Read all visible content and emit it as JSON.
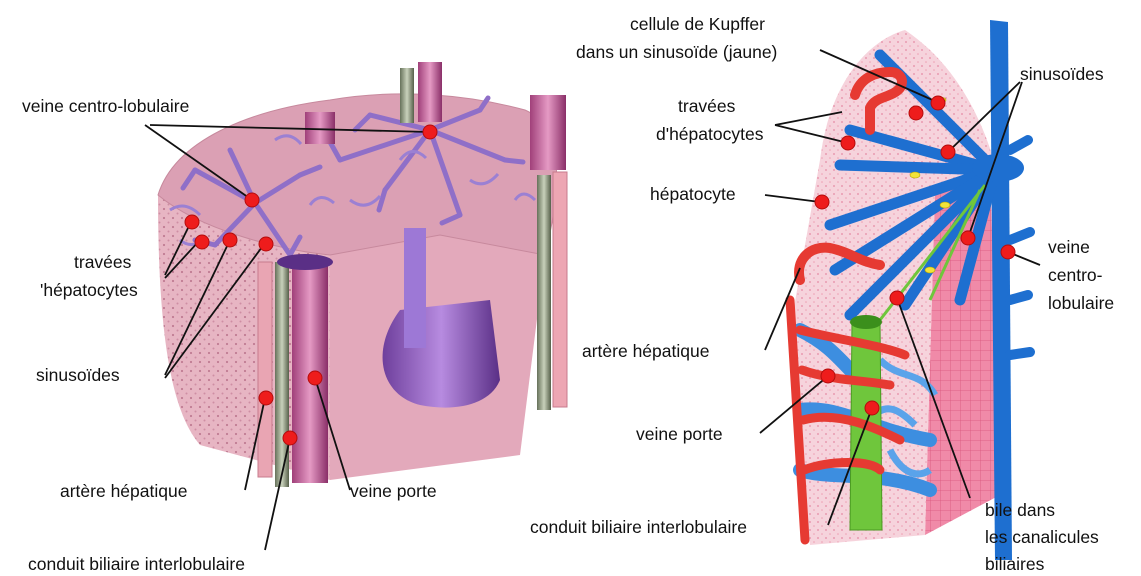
{
  "colors": {
    "lobule_tissue": "#e7b5c3",
    "lobule_top": "#dba0b4",
    "sinusoid_purple": "#8f6fc8",
    "vessel_red": "#e63a32",
    "vessel_blue": "#1e6fd0",
    "bile_green": "#6fc63c",
    "hepatocyte_pink": "#f6d3dc",
    "marker_red": "#ee1c1c"
  },
  "left_figure": {
    "labels": {
      "central_vein": "veine centro-lobulaire",
      "hepatocyte_cords_line1": "travées",
      "hepatocyte_cords_line2": "'hépatocytes",
      "sinusoids": "sinusoïdes",
      "hepatic_artery": "artère hépatique",
      "portal_vein": "veine porte",
      "bile_duct": "conduit biliaire interlobulaire"
    }
  },
  "right_figure": {
    "labels": {
      "kupffer_line1": "cellule de Kupffer",
      "kupffer_line2": "dans un sinusoïde (jaune)",
      "hepatocyte_cords_line1": "travées",
      "hepatocyte_cords_line2": "d'hépatocytes",
      "sinusoids": "sinusoïdes",
      "hepatocyte": "hépatocyte",
      "central_vein_line1": "veine",
      "central_vein_line2": "centro-",
      "central_vein_line3": "lobulaire",
      "hepatic_artery": "artère hépatique",
      "portal_vein": "veine porte",
      "bile_duct": "conduit biliaire interlobulaire",
      "bile_line1": "bile dans",
      "bile_line2": "les canalicules",
      "bile_line3": "biliaires"
    }
  }
}
